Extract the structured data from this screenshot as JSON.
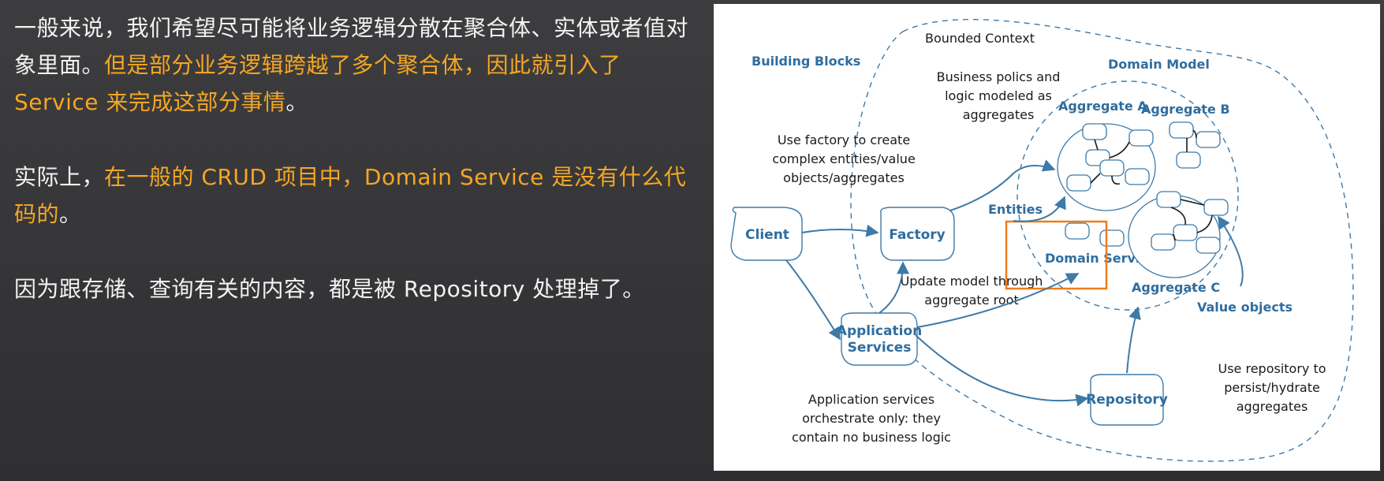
{
  "left_text": {
    "p1_a": "一般来说，我们希望尽可能将业务逻辑分散在聚合体、实体或者值对象里面。",
    "p1_b": "但是部分业务逻辑跨越了多个聚合体，因此就引入了 Service 来完成这部分事情",
    "p1_c": "。",
    "p2_a": "实际上，",
    "p2_b": "在一般的 CRUD 项目中，Domain Service 是没有什么代码的",
    "p2_c": "。",
    "p3": "因为跟存储、查询有关的内容，都是被 Repository 处理掉了。"
  },
  "diagram": {
    "labels": {
      "bounded_context": "Bounded Context",
      "building_blocks": "Building Blocks",
      "domain_model": "Domain Model",
      "business_policies": [
        "Business polics and",
        "logic modeled as",
        "aggregates"
      ],
      "use_factory": [
        "Use factory to create",
        "complex entities/value",
        "objects/aggregates"
      ],
      "aggregate_a": "Aggregate A",
      "aggregate_b": "Aggregate B",
      "aggregate_c": "Aggregate C",
      "entities": "Entities",
      "domain_services": "Domain Services",
      "update_model": [
        "Update model through",
        "aggregate root"
      ],
      "value_objects": "Value objects",
      "app_services_note": [
        "Application services",
        "orchestrate only: they",
        "contain no business logic"
      ],
      "use_repository": [
        "Use repository to",
        "persist/hydrate",
        "aggregates"
      ]
    },
    "nodes": {
      "client": "Client",
      "factory": "Factory",
      "application_services": [
        "Application",
        "Services"
      ],
      "repository": "Repository"
    },
    "colors": {
      "node_blue": "#2f6d9f",
      "highlight_orange": "#f07c1a",
      "text_orange": "#f5a623"
    }
  }
}
